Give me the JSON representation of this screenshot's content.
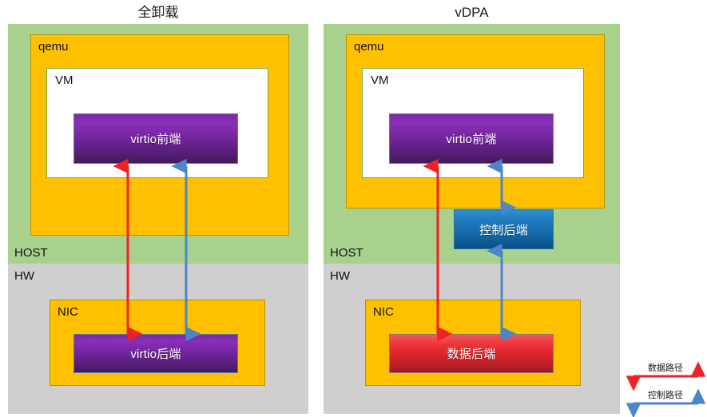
{
  "diagram": {
    "panels": [
      {
        "title": "全卸载",
        "bands": [
          {
            "label": "HOST",
            "color": "#a9d18e"
          },
          {
            "label": "HW",
            "color": "#cfcfcf"
          }
        ],
        "boxes": [
          {
            "label": "qemu",
            "kind": "orange"
          },
          {
            "label": "VM",
            "kind": "white"
          },
          {
            "label": "virtio前端",
            "kind": "purple"
          },
          {
            "label": "NIC",
            "kind": "orange"
          },
          {
            "label": "virtio后端",
            "kind": "purple"
          }
        ]
      },
      {
        "title": "vDPA",
        "bands": [
          {
            "label": "HOST",
            "color": "#a9d18e"
          },
          {
            "label": "HW",
            "color": "#cfcfcf"
          }
        ],
        "boxes": [
          {
            "label": "qemu",
            "kind": "orange"
          },
          {
            "label": "VM",
            "kind": "white"
          },
          {
            "label": "virtio前端",
            "kind": "purple"
          },
          {
            "label": "控制后端",
            "kind": "blue"
          },
          {
            "label": "NIC",
            "kind": "orange"
          },
          {
            "label": "数据后端",
            "kind": "red"
          }
        ]
      }
    ],
    "legend": [
      {
        "label": "数据路径",
        "color": "#ee2222"
      },
      {
        "label": "控制路径",
        "color": "#4a86c8"
      }
    ],
    "colors": {
      "host": "#a9d18e",
      "hw": "#cfcfcf",
      "orange": "#ffc000",
      "orange_border": "#bf9000",
      "vm_border": "#70ad47",
      "data_path": "#ee2222",
      "control_path": "#4a86c8"
    }
  }
}
